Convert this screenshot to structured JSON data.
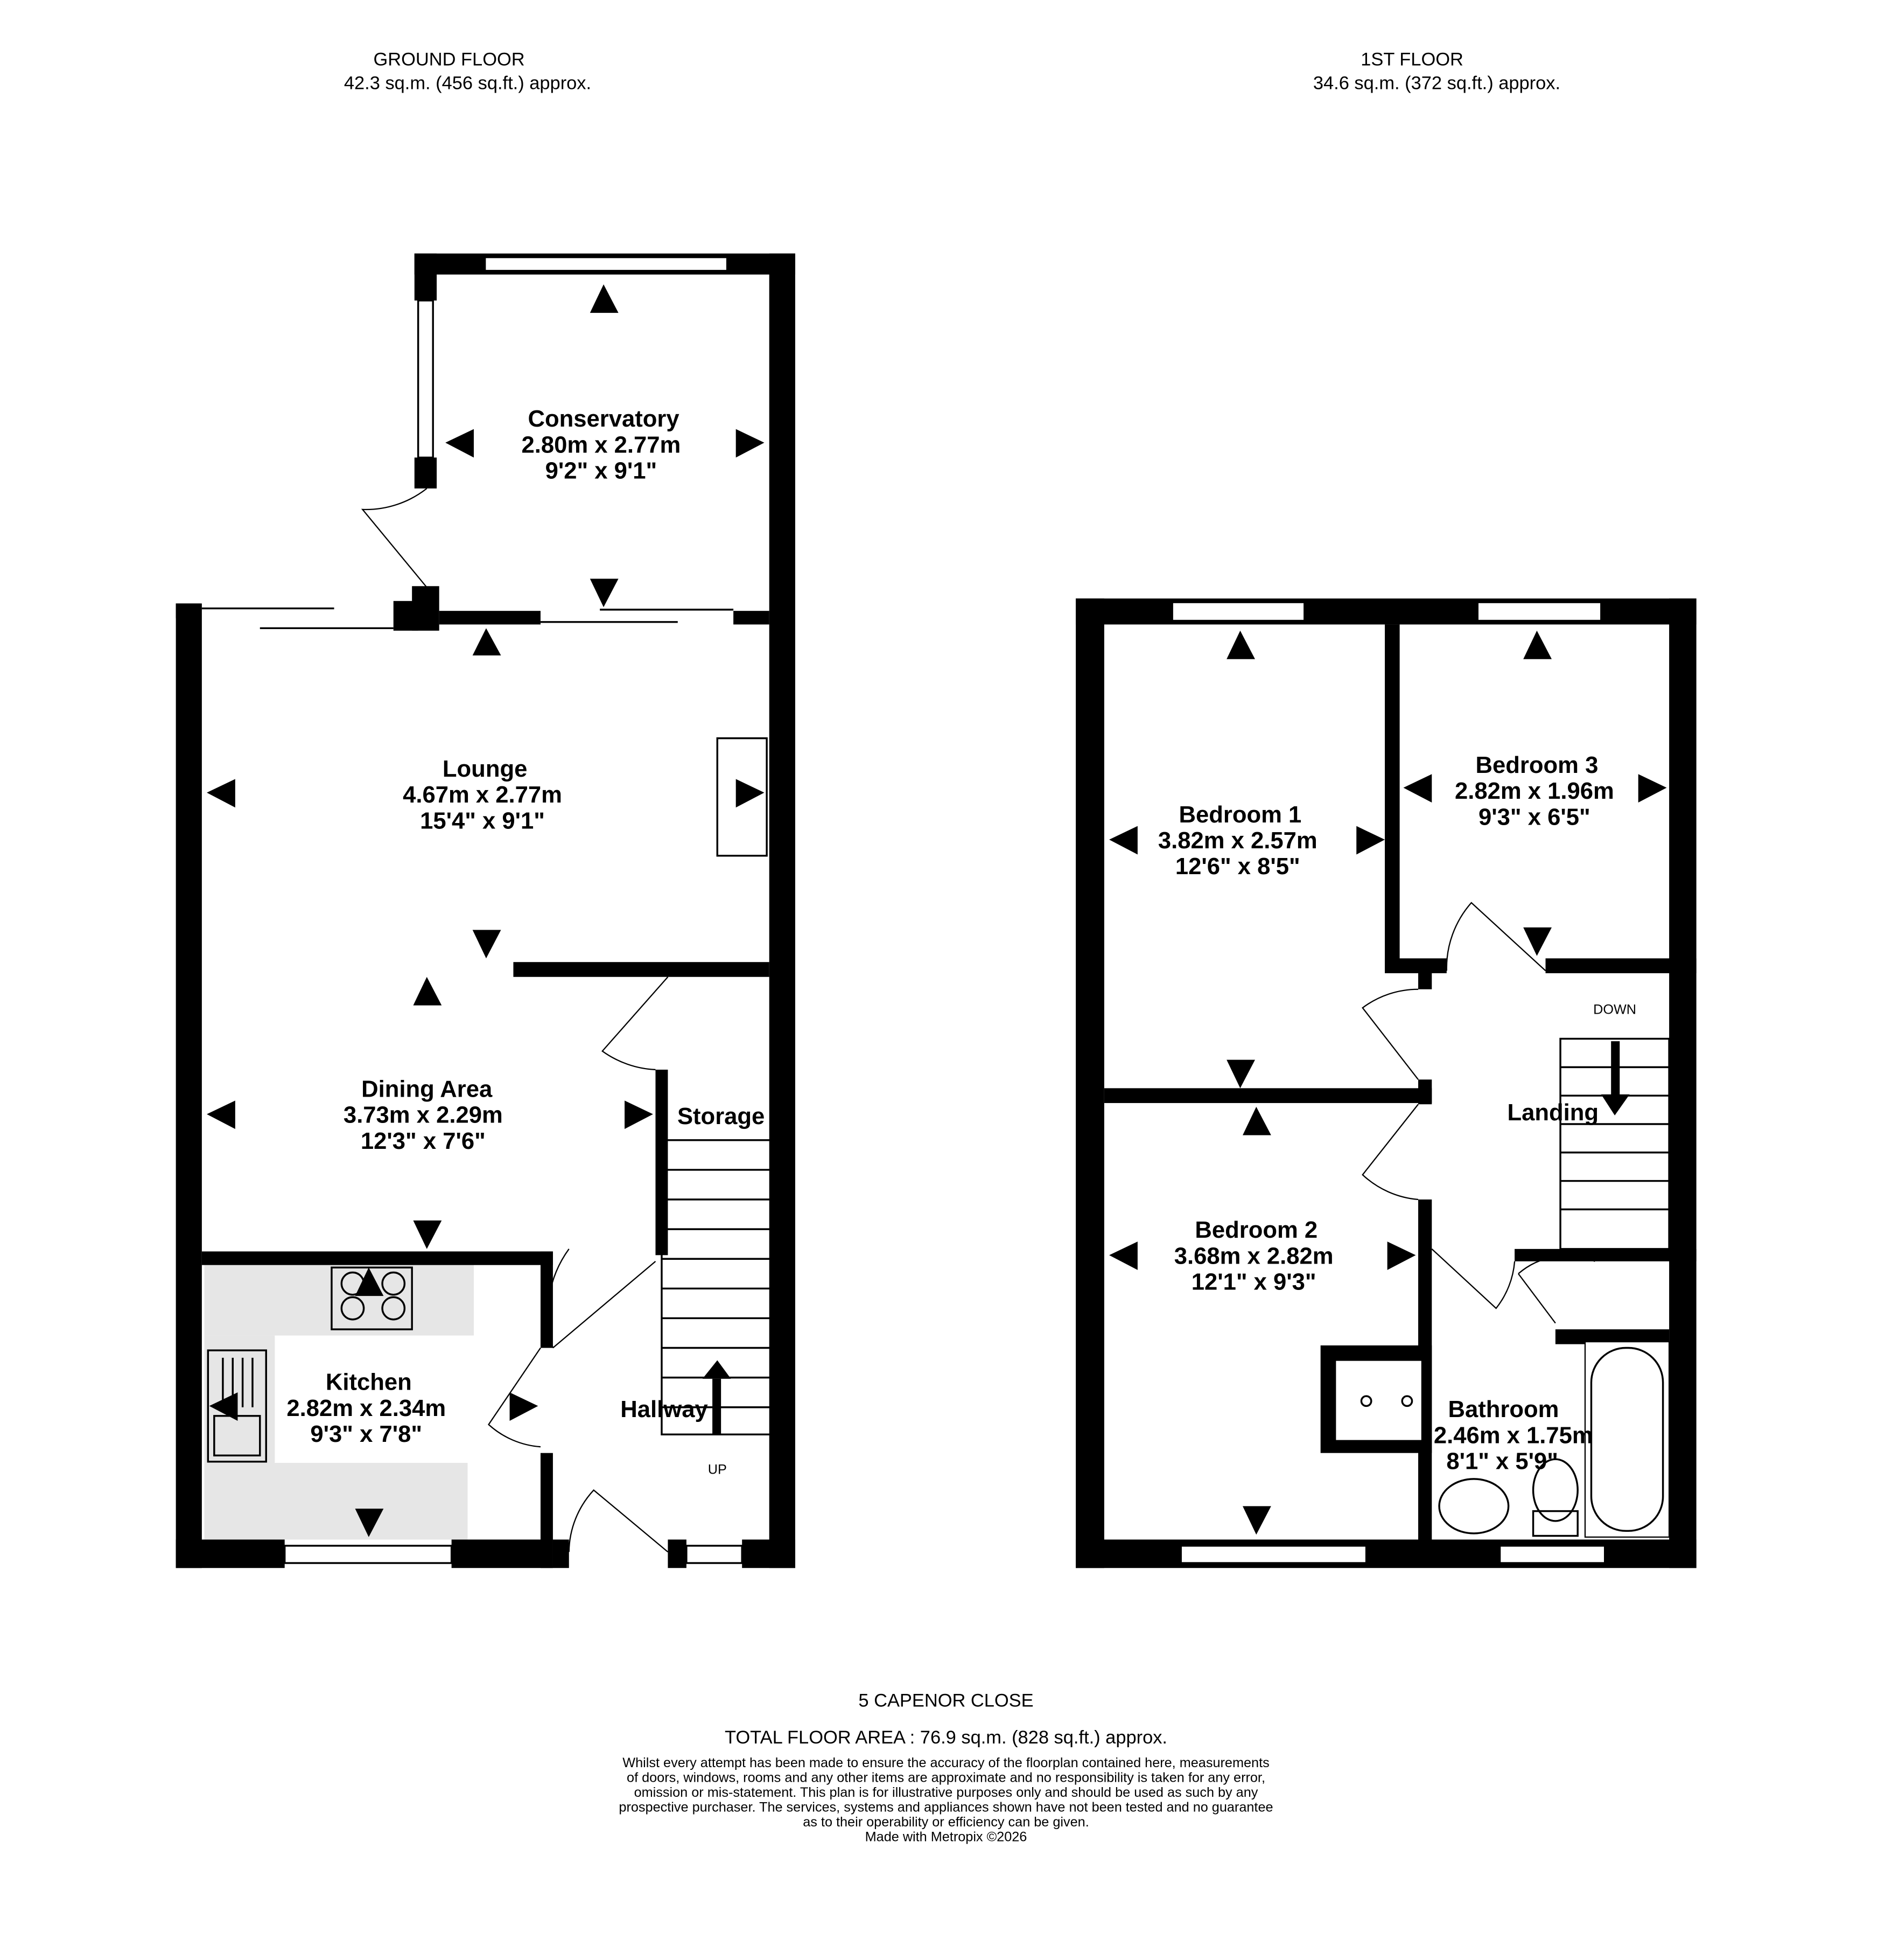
{
  "ground_floor": {
    "title": "GROUND FLOOR",
    "area": "42.3 sq.m. (456 sq.ft.) approx."
  },
  "first_floor": {
    "title": "1ST FLOOR",
    "area": "34.6 sq.m. (372 sq.ft.) approx."
  },
  "rooms": {
    "conservatory": {
      "name": "Conservatory",
      "metric": "2.80m  x 2.77m",
      "imperial": "9'2\"  x 9'1\""
    },
    "lounge": {
      "name": "Lounge",
      "metric": "4.67m  x 2.77m",
      "imperial": "15'4\"  x 9'1\""
    },
    "dining": {
      "name": "Dining Area",
      "metric": "3.73m  x 2.29m",
      "imperial": "12'3\"  x 7'6\""
    },
    "kitchen": {
      "name": "Kitchen",
      "metric": "2.82m  x 2.34m",
      "imperial": "9'3\"  x 7'8\""
    },
    "storage": {
      "name": "Storage"
    },
    "hallway": {
      "name": "Hallway"
    },
    "bedroom1": {
      "name": "Bedroom 1",
      "metric": "3.82m  x 2.57m",
      "imperial": "12'6\"  x 8'5\""
    },
    "bedroom2": {
      "name": "Bedroom 2",
      "metric": "3.68m  x 2.82m",
      "imperial": "12'1\"  x 9'3\""
    },
    "bedroom3": {
      "name": "Bedroom 3",
      "metric": "2.82m  x 1.96m",
      "imperial": "9'3\"  x 6'5\""
    },
    "bathroom": {
      "name": "Bathroom",
      "metric": "2.46m  x 1.75m",
      "imperial": "8'1\"  x 5'9\""
    },
    "landing": {
      "name": "Landing"
    }
  },
  "stairs": {
    "up": "UP",
    "down": "DOWN"
  },
  "footer": {
    "address": "5 CAPENOR CLOSE",
    "total": "TOTAL FLOOR AREA : 76.9 sq.m. (828 sq.ft.) approx.",
    "disclaimer": [
      "Whilst every attempt has been made to ensure the accuracy of the floorplan contained here, measurements",
      "of doors, windows, rooms and any other items are approximate and no responsibility is taken for any error,",
      "omission or mis-statement. This plan is for illustrative purposes only and should be used as such by any",
      "prospective purchaser. The services, systems and appliances shown have not been tested and no guarantee",
      "as to their operability or efficiency can be given."
    ],
    "credit": "Made with Metropix ©2026"
  }
}
